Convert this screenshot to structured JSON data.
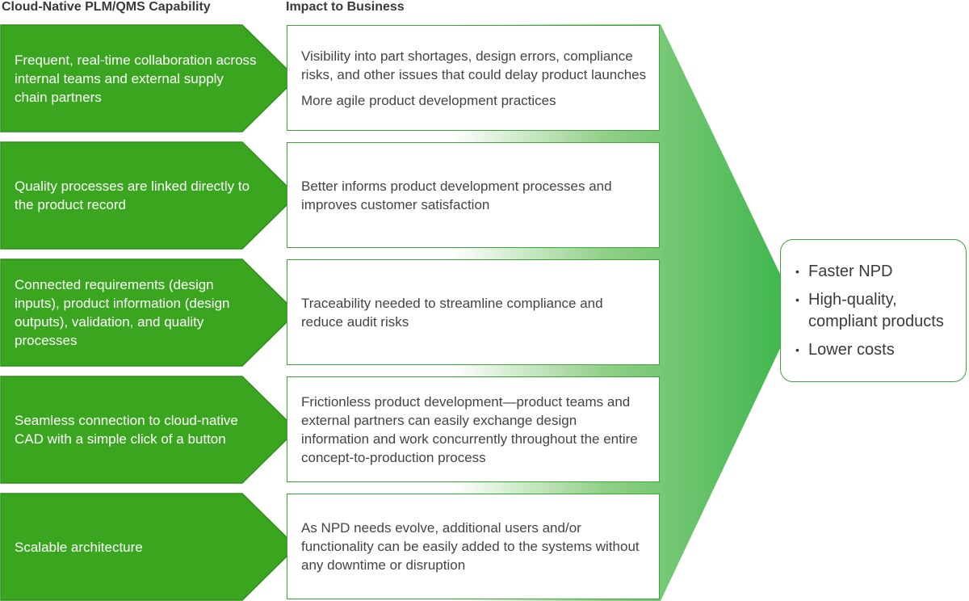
{
  "headers": {
    "capability": "Cloud-Native PLM/QMS Capability",
    "impact": "Impact to Business"
  },
  "colors": {
    "arrow_fill": "#3aa51f",
    "arrow_stroke": "#2f8f1a",
    "box_border": "#3aa635",
    "fan_dark": "#3ab54a",
    "fan_light": "#ffffff"
  },
  "rows": [
    {
      "capability": "Frequent, real-time collaboration across internal teams and external supply chain partners",
      "impact": [
        "Visibility into part shortages, design errors, compliance risks, and other issues that could delay product launches",
        "More agile product development practices"
      ]
    },
    {
      "capability": "Quality processes are linked directly to the product record",
      "impact": [
        "Better informs product development processes and improves customer satisfaction"
      ]
    },
    {
      "capability": "Connected requirements (design inputs), product information (design outputs), validation, and quality processes",
      "impact": [
        "Traceability needed to streamline compliance and reduce audit risks"
      ]
    },
    {
      "capability": "Seamless connection to cloud-native CAD with a simple click of a button",
      "impact": [
        "Frictionless product development—product teams and external partners can easily exchange design information and work concurrently throughout the entire concept-to-production process"
      ]
    },
    {
      "capability": "Scalable architecture",
      "impact": [
        "As NPD needs evolve, additional users and/or functionality can be easily added to the systems without any downtime or disruption"
      ]
    }
  ],
  "outcomes": {
    "bullet": "•",
    "items": [
      "Faster NPD",
      "High-quality, compliant products",
      "Lower costs"
    ]
  }
}
